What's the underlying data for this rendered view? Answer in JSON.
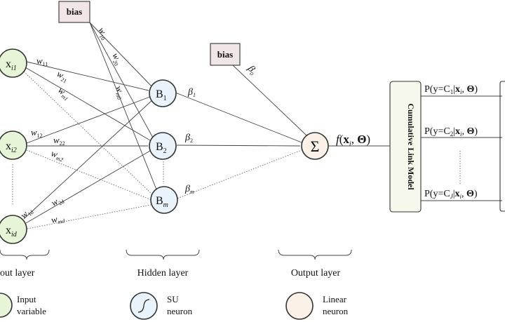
{
  "colors": {
    "input_fill": "#e6f5d6",
    "hidden_fill": "#e8f3fb",
    "output_fill": "#fbf1e6",
    "bias_fill": "#f0e6e6",
    "clm_fill": "#f5f8ea",
    "line": "#333333"
  },
  "bias": {
    "hidden_label": "bias",
    "output_label": "bias"
  },
  "inputs": [
    {
      "base": "x",
      "sub": "i1"
    },
    {
      "base": "x",
      "sub": "i2"
    },
    {
      "base": "x",
      "sub": "id"
    }
  ],
  "hidden": [
    {
      "base": "B",
      "sub": "1"
    },
    {
      "base": "B",
      "sub": "2"
    },
    {
      "base": "B",
      "sub": "m"
    }
  ],
  "weights": {
    "w10": {
      "base": "w",
      "sub": "10"
    },
    "w20": {
      "base": "w",
      "sub": "20"
    },
    "wm0": {
      "base": "w",
      "sub": "m0"
    },
    "w11": {
      "base": "w",
      "sub": "11"
    },
    "w21": {
      "base": "w",
      "sub": "21"
    },
    "wm1": {
      "base": "w",
      "sub": "m1"
    },
    "w12": {
      "base": "w",
      "sub": "12"
    },
    "w22": {
      "base": "w",
      "sub": "22"
    },
    "wm2": {
      "base": "w",
      "sub": "m2"
    },
    "w1d": {
      "base": "w",
      "sub": "1d"
    },
    "w2d": {
      "base": "w",
      "sub": "2d"
    },
    "wmd": {
      "base": "w",
      "sub": "md"
    }
  },
  "betas": [
    {
      "base": "β",
      "sub": "0"
    },
    {
      "base": "β",
      "sub": "1"
    },
    {
      "base": "β",
      "sub": "2"
    },
    {
      "base": "β",
      "sub": "m"
    }
  ],
  "output": {
    "symbol": "Σ",
    "function_text": "f(xi, Θ)",
    "f": "f",
    "x": "x",
    "x_sub": "i",
    "theta": "Θ"
  },
  "clm": {
    "label": "Cumulative Link Model"
  },
  "probabilities": [
    {
      "prefix": "P(y=C",
      "sub": "1",
      "suffix": "|",
      "x": "x",
      "x_sub": "i",
      "theta": "Θ"
    },
    {
      "prefix": "P(y=C",
      "sub": "2",
      "suffix": "|",
      "x": "x",
      "x_sub": "i",
      "theta": "Θ"
    },
    {
      "prefix": "P(y=C",
      "sub": "J",
      "suffix": "|",
      "x": "x",
      "x_sub": "i",
      "theta": "Θ"
    }
  ],
  "layers": {
    "input": "out layer",
    "hidden": "Hidden layer",
    "output": "Output layer"
  },
  "legend": {
    "input": [
      "Input",
      "variable"
    ],
    "su": [
      "SU",
      "neuron"
    ],
    "linear": [
      "Linear",
      "neuron"
    ]
  }
}
